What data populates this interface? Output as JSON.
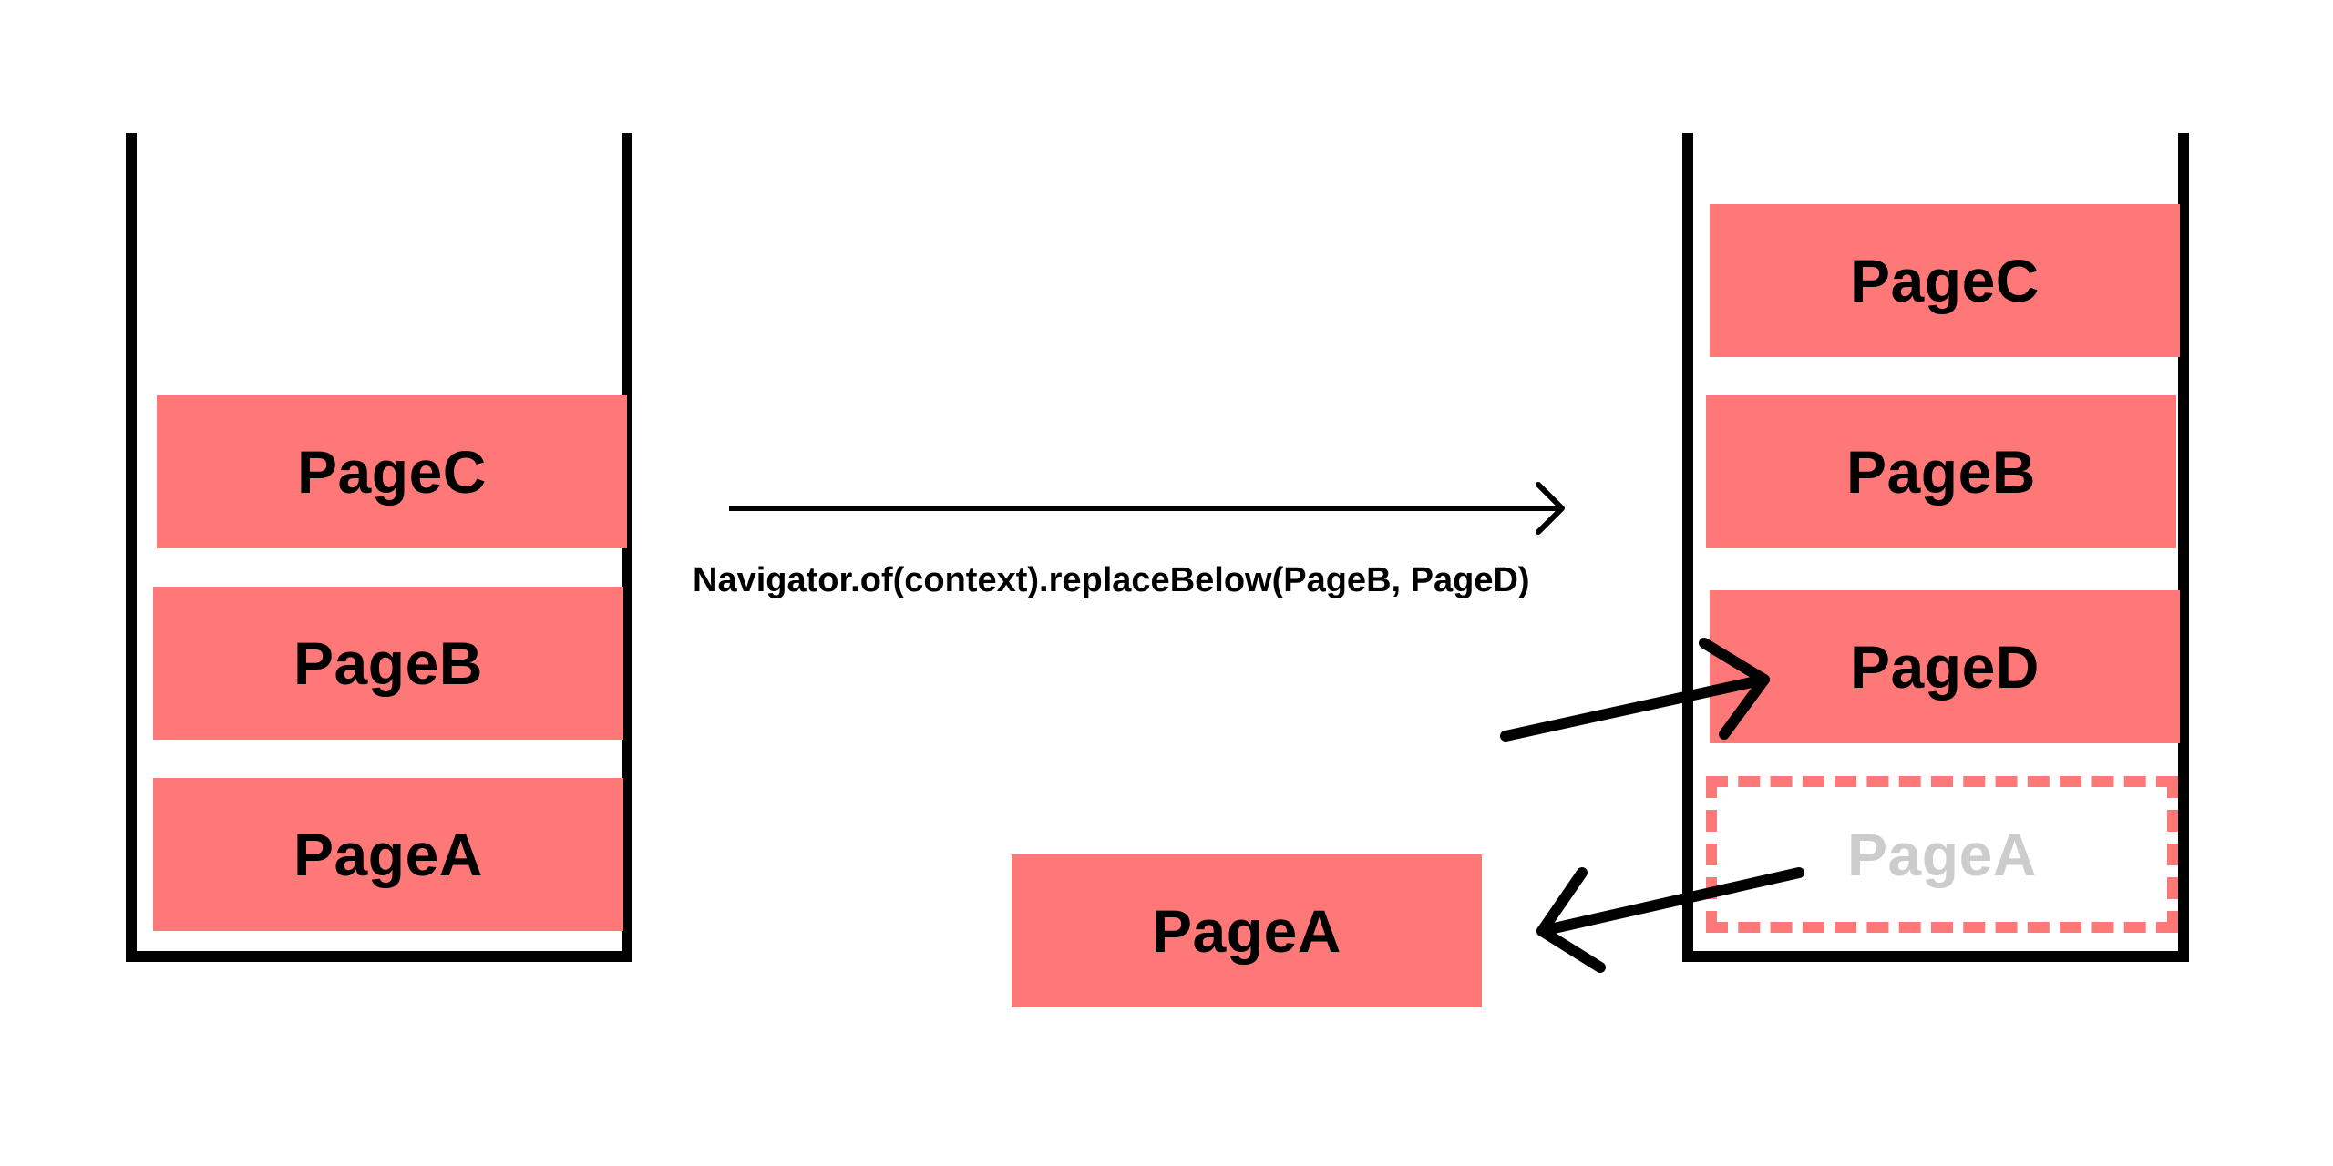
{
  "before_stack": {
    "pages": [
      "PageC",
      "PageB",
      "PageA"
    ]
  },
  "transition": {
    "label": "Navigator.of(context).replaceBelow(PageB, PageD)"
  },
  "after_stack": {
    "pages": [
      "PageC",
      "PageB",
      "PageD"
    ],
    "removed_page": "PageA"
  },
  "removed": {
    "label": "PageA"
  },
  "colors": {
    "page_fill": "#ff7878",
    "ghost_text": "#cccccc",
    "outline": "#000000"
  }
}
